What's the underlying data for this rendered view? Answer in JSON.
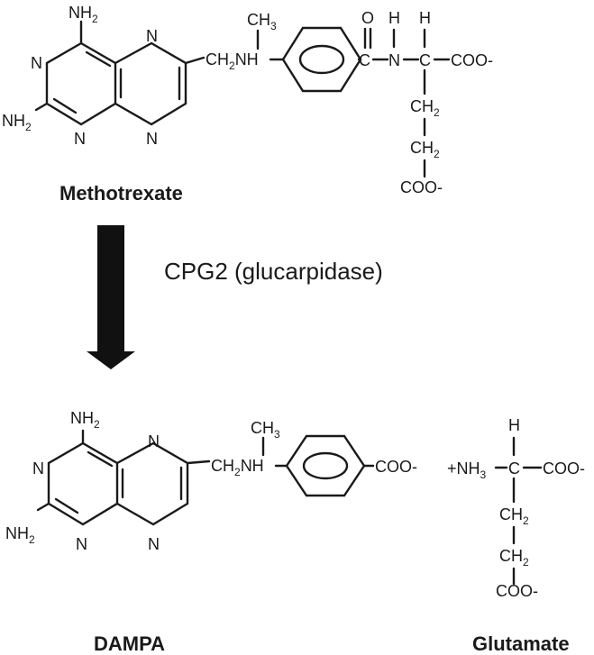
{
  "captions": {
    "methotrexate": "Methotrexate",
    "dampa": "DAMPA",
    "glutamate": "Glutamate"
  },
  "enzyme": "CPG2 (glucarpidase)",
  "atoms": {
    "N": "N",
    "NH": "NH",
    "NH2": "NH",
    "sub2": "2",
    "sub3": "3",
    "CH": "CH",
    "CH2": "CH",
    "CH2_link": "CH",
    "C": "C",
    "O": "O",
    "H": "H",
    "COO": "COO-",
    "NH3plus": "+NH",
    "NH3_sub": "3"
  },
  "colors": {
    "ink": "#1a1a1a",
    "arrow": "#111111"
  }
}
